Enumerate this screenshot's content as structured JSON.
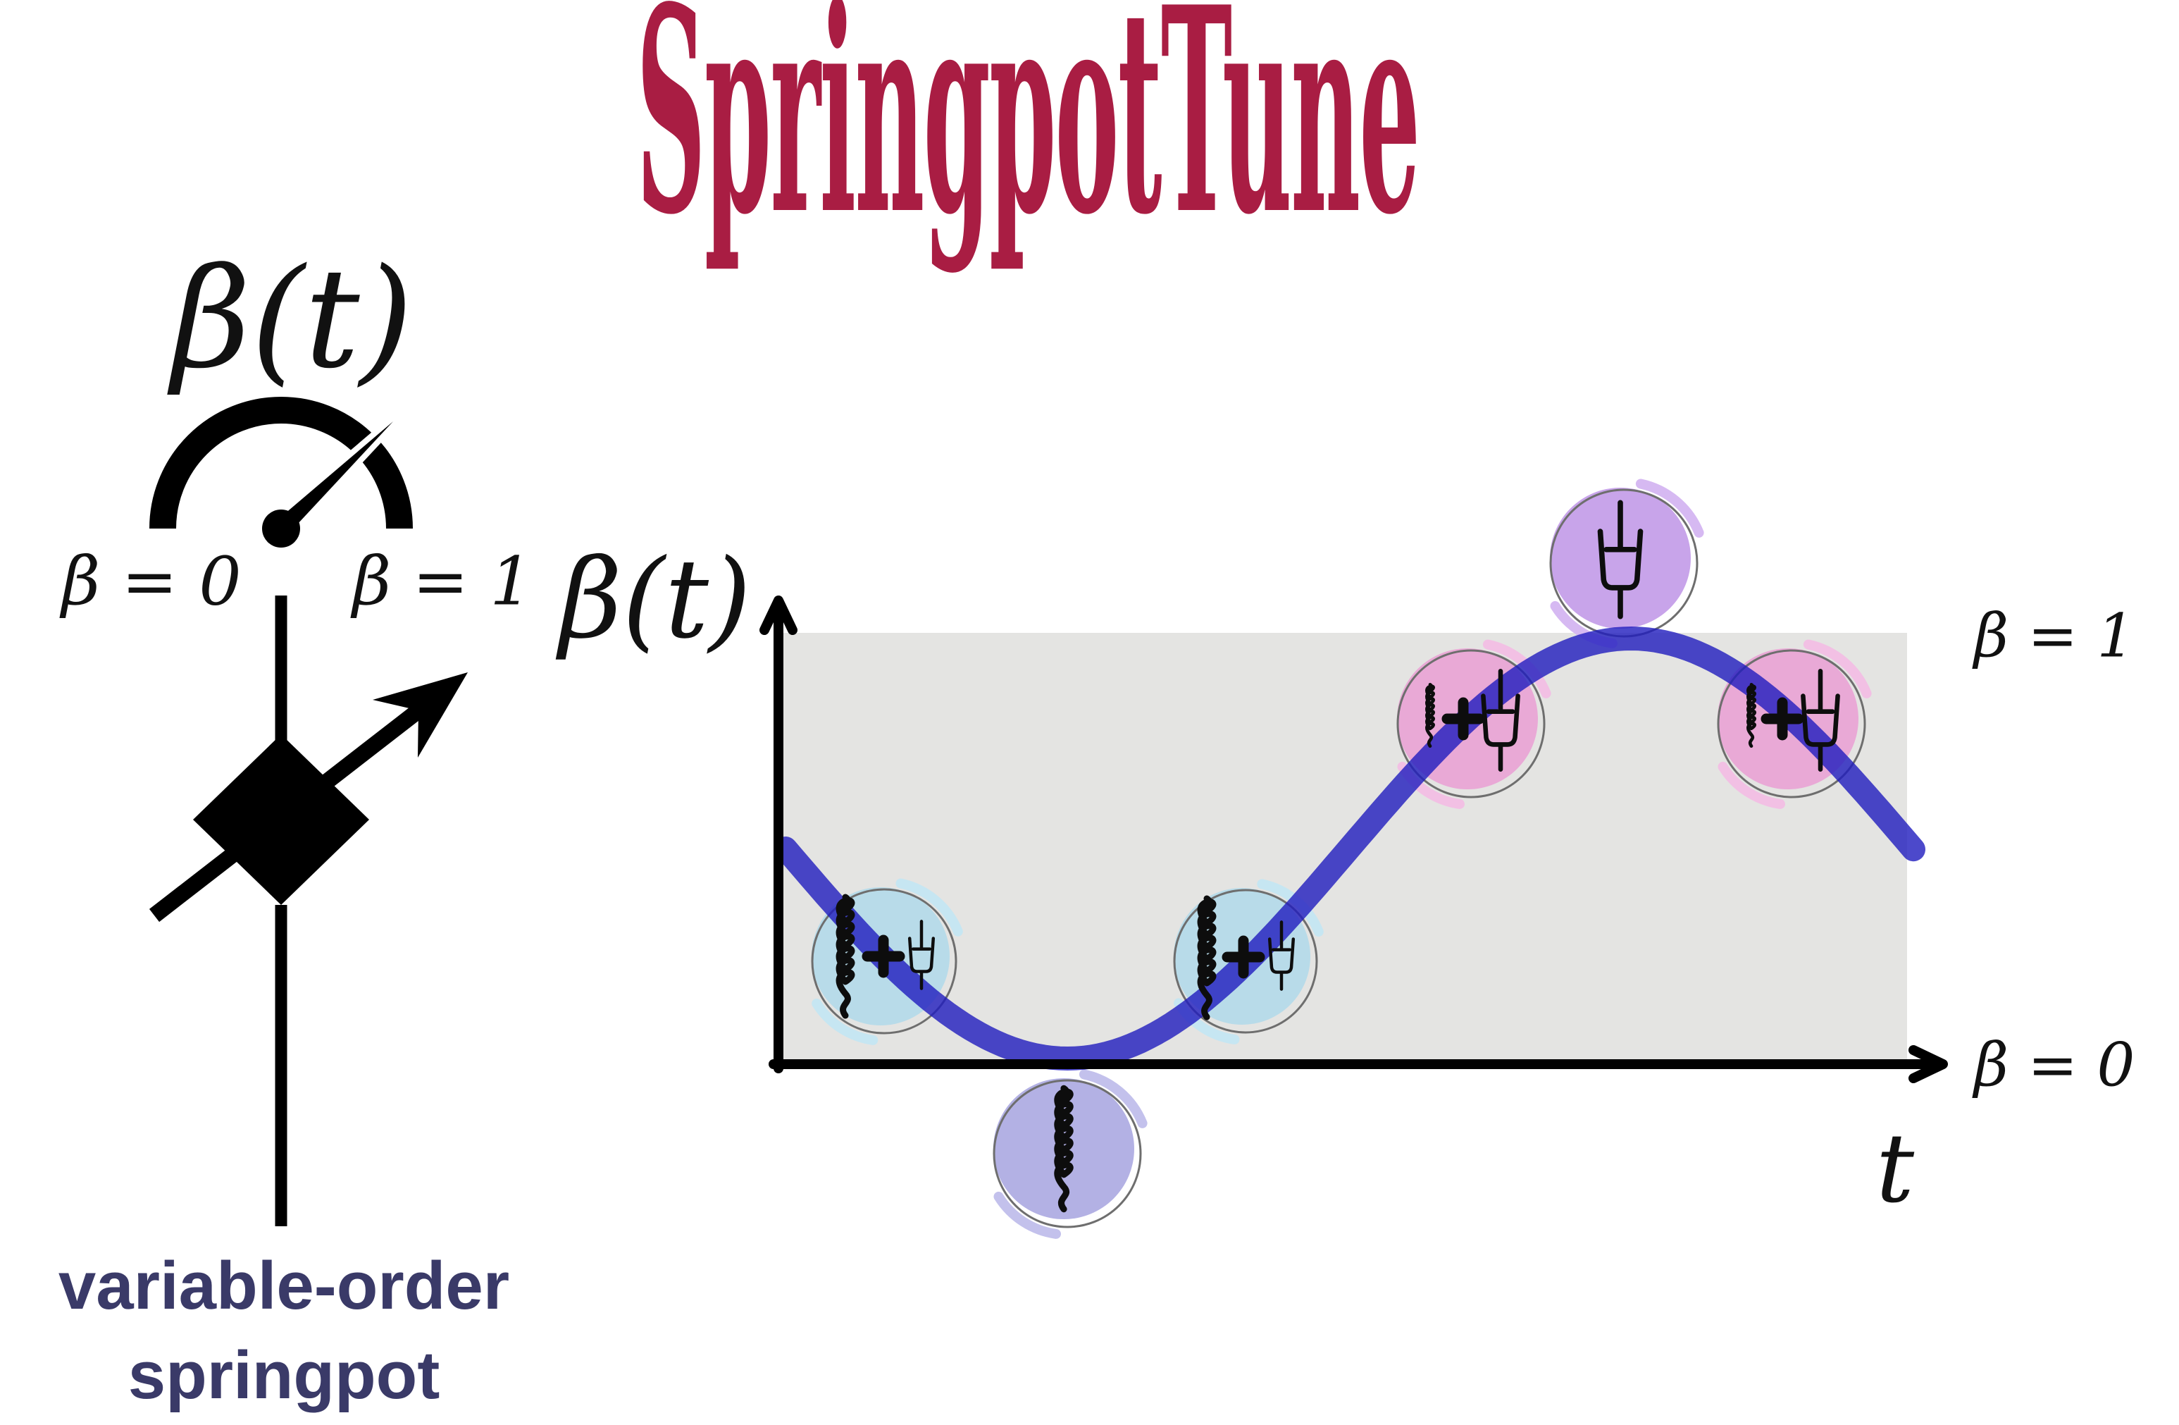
{
  "title": {
    "text": "SpringpotTune"
  },
  "colors": {
    "title": "#a91d43",
    "caption": "#3a3a68",
    "ink": "#111111"
  },
  "gauge": {
    "dial_label": "β(t)",
    "min_label": "β = 0",
    "max_label": "β = 1"
  },
  "caption": {
    "line1": "variable-order",
    "line2": "springpot"
  },
  "chart_data": {
    "type": "line",
    "title": "",
    "ylabel": "β(t)",
    "xlabel": "t",
    "y_top_label": "β = 1",
    "y_bottom_label": "β = 0",
    "y_range": [
      0,
      1
    ],
    "grid": false,
    "legend": "none",
    "background": "#ffffff",
    "band_color": "#e4e4e2",
    "ring_color": "#6e6e6e",
    "curve_color": "#1f1cbe",
    "curve_opacity": 0.8,
    "curve_width": 34,
    "axes": {
      "origin_x": 1105,
      "origin_y": 1510,
      "y_top": 848,
      "x_right": 2762,
      "stroke": 14,
      "band": {
        "left": 1110,
        "top": 898,
        "right": 2707,
        "bottom": 1510
      }
    },
    "curve": {
      "description": "beta(t) oscillates one full period between beta=0 (spring) and beta=1 (dashpot), starting at mid-height and first descending",
      "x_start": 1115,
      "x_end": 2716,
      "period": 1600,
      "midline_y": 1204,
      "amplitude": 298
    },
    "markers": [
      {
        "name": "spring-plus-small-dashpot-badge",
        "cx": 1250,
        "cy": 1357,
        "r": 98,
        "fill": "#b8dbe9",
        "accent": "#c6e6f2",
        "parts": [
          {
            "icon": "spring",
            "x": -50,
            "y": 0,
            "s": 1
          },
          {
            "icon": "plus",
            "x": 4,
            "y": 0,
            "s": 1
          },
          {
            "icon": "dashpot",
            "x": 58,
            "y": -2,
            "s": 0.56
          }
        ]
      },
      {
        "name": "spring-plus-small-dashpot-badge",
        "cx": 1763,
        "cy": 1357,
        "r": 97,
        "fill": "#b8dbe9",
        "accent": "#c6e6f2",
        "parts": [
          {
            "icon": "spring",
            "x": -50,
            "y": 2,
            "s": 1
          },
          {
            "icon": "plus",
            "x": 2,
            "y": 1,
            "s": 1
          },
          {
            "icon": "dashpot",
            "x": 56,
            "y": -1,
            "s": 0.56
          }
        ]
      },
      {
        "name": "spring-only-badge",
        "cx": 1510,
        "cy": 1630,
        "r": 100,
        "fill": "#b3b1e4",
        "accent": "#c3c1ec",
        "parts": [
          {
            "icon": "spring",
            "x": 0,
            "y": 0,
            "s": 1.02
          }
        ]
      },
      {
        "name": "small-spring-plus-dashpot-badge",
        "cx": 2083,
        "cy": 1020,
        "r": 100,
        "fill": "#e9a9d6",
        "accent": "#f2c0e4",
        "parts": [
          {
            "icon": "spring",
            "x": -53,
            "y": -5,
            "s": 0.52
          },
          {
            "icon": "plus",
            "x": -6,
            "y": 0,
            "s": 1
          },
          {
            "icon": "dashpot",
            "x": 47,
            "y": 2,
            "s": 0.82
          }
        ]
      },
      {
        "name": "dashpot-only-badge",
        "cx": 2300,
        "cy": 792,
        "r": 100,
        "fill": "#c8a4ea",
        "accent": "#d6b9f2",
        "parts": [
          {
            "icon": "dashpot",
            "x": 0,
            "y": 2,
            "s": 0.95
          }
        ]
      },
      {
        "name": "small-spring-plus-dashpot-badge",
        "cx": 2538,
        "cy": 1020,
        "r": 100,
        "fill": "#e9a9d6",
        "accent": "#f2c0e4",
        "parts": [
          {
            "icon": "spring",
            "x": -52,
            "y": -5,
            "s": 0.52
          },
          {
            "icon": "plus",
            "x": -8,
            "y": 0,
            "s": 1
          },
          {
            "icon": "dashpot",
            "x": 46,
            "y": 2,
            "s": 0.82
          }
        ]
      }
    ]
  }
}
